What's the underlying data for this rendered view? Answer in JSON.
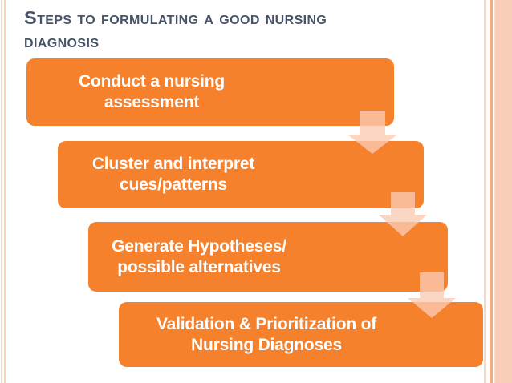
{
  "slide": {
    "title_line1": "Steps to formulating a good nursing",
    "title_line2": "diagnosis"
  },
  "steps": [
    {
      "line1": "Conduct a nursing",
      "line2": "assessment"
    },
    {
      "line1": "Cluster and interpret",
      "line2": "cues/patterns"
    },
    {
      "line1": "Generate Hypotheses/",
      "line2": "possible alternatives"
    },
    {
      "line1": "Validation & Prioritization of",
      "line2": "Nursing Diagnoses"
    }
  ],
  "icons": [
    {
      "name": "down-arrow-icon",
      "meaning": "flow to next step"
    },
    {
      "name": "down-arrow-icon",
      "meaning": "flow to next step"
    },
    {
      "name": "down-arrow-icon",
      "meaning": "flow to next step"
    }
  ],
  "colors": {
    "step_box_orange": "#F5812D",
    "box_text_white": "#FFFFFF",
    "arrow_peach": "#FACBB2",
    "title_text": "#475368",
    "frame_stripe_light": "#F9CDB7",
    "frame_stripe_dark": "#F1AC86"
  }
}
